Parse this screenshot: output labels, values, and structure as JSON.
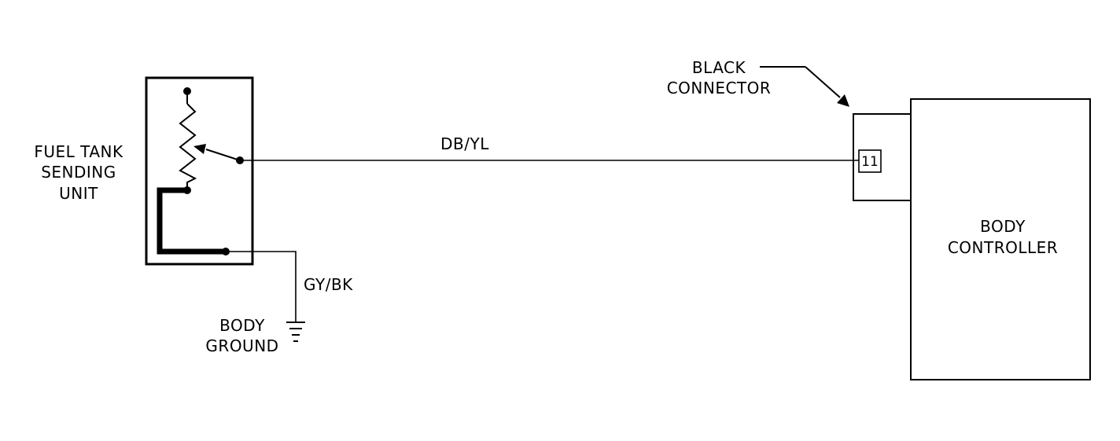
{
  "labels": {
    "sending_unit": [
      "FUEL TANK",
      "SENDING",
      "UNIT"
    ],
    "signal_wire": "DB/YL",
    "ground_wire": "GY/BK",
    "ground": [
      "BODY",
      "GROUND"
    ],
    "connector": [
      "BLACK",
      "CONNECTOR"
    ],
    "pin": "11",
    "controller": [
      "BODY",
      "CONTROLLER"
    ]
  },
  "colors": {
    "line": "#000000",
    "background": "#ffffff"
  }
}
